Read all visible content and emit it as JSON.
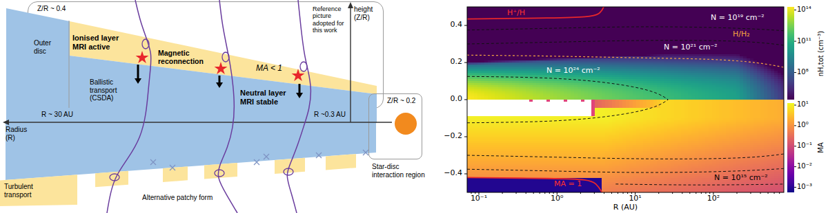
{
  "diagram": {
    "nodes": [
      {
        "text": [
          "Reference picture adopted for this work"
        ]
      },
      {
        "text": [
          "Ionised layer MRI active",
          "Magnetic reconnection",
          "MA < 1"
        ],
        "in": 0
      },
      {
        "text": [
          "Outer disc",
          "Neutral layer MRI stable"
        ],
        "in": 0
      },
      {
        "text": [
          "Z/R ~ 0.2",
          "Star-disc interaction region"
        ]
      },
      {
        "text": [
          "Turbulent transport"
        ]
      }
    ],
    "labels": [
      "Z/R ~ 0.4",
      "Ballistic transport (CSDA)",
      "R ~ 30 AU",
      "R ~0.3 AU",
      "height (Z/R)",
      "Radius (R)",
      "Alternative patchy form",
      "H⁺/H",
      "N = 10¹⁹ cm⁻²",
      "H/H₂",
      "N = 10²¹ cm⁻²",
      "N = 10²⁴ cm⁻²",
      "MA = 1",
      "N = 10¹⁵ cm⁻²",
      "0.4",
      "0.2",
      "0.0",
      "−0.2",
      "−0.4",
      "10⁻¹",
      "10⁰",
      "10¹",
      "10²",
      "R (AU)",
      "10¹⁴",
      "10¹¹",
      "10⁸",
      "nH,tot (cm⁻³)",
      "10¹",
      "10⁰",
      "10⁻¹",
      "10⁻²",
      "10⁻³",
      "MA"
    ]
  }
}
